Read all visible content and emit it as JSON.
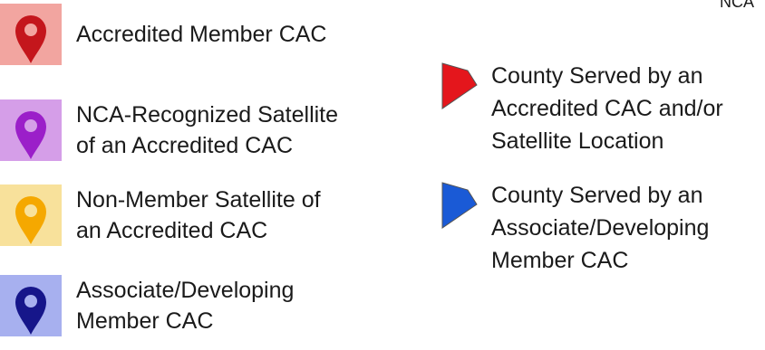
{
  "header": {
    "clipped_title": "NCA"
  },
  "marker_legend": [
    {
      "label_lines": [
        "Accredited Member CAC"
      ],
      "icon": "map-pin-icon",
      "pin_color": "#c4161c",
      "tile_color": "#f2a5a0"
    },
    {
      "label_lines": [
        "NCA-Recognized Satellite",
        "of an Accredited CAC"
      ],
      "icon": "map-pin-icon",
      "pin_color": "#9b1fc9",
      "tile_color": "#d59ee8"
    },
    {
      "label_lines": [
        "Non-Member Satellite of",
        "an Accredited CAC"
      ],
      "icon": "map-pin-icon",
      "pin_color": "#f5a800",
      "tile_color": "#f8e19b"
    },
    {
      "label_lines": [
        "Associate/Developing",
        "Member CAC"
      ],
      "icon": "map-pin-icon",
      "pin_color": "#16168a",
      "tile_color": "#a7b0ef"
    }
  ],
  "county_legend": [
    {
      "label_lines": [
        "County Served by an",
        "Accredited CAC and/or",
        "Satellite Location"
      ],
      "icon": "county-arrow-icon",
      "color": "#e4161c"
    },
    {
      "label_lines": [
        "County Served by an",
        "Associate/Developing",
        "Member CAC"
      ],
      "icon": "county-arrow-icon",
      "color": "#1a5ad6"
    }
  ]
}
